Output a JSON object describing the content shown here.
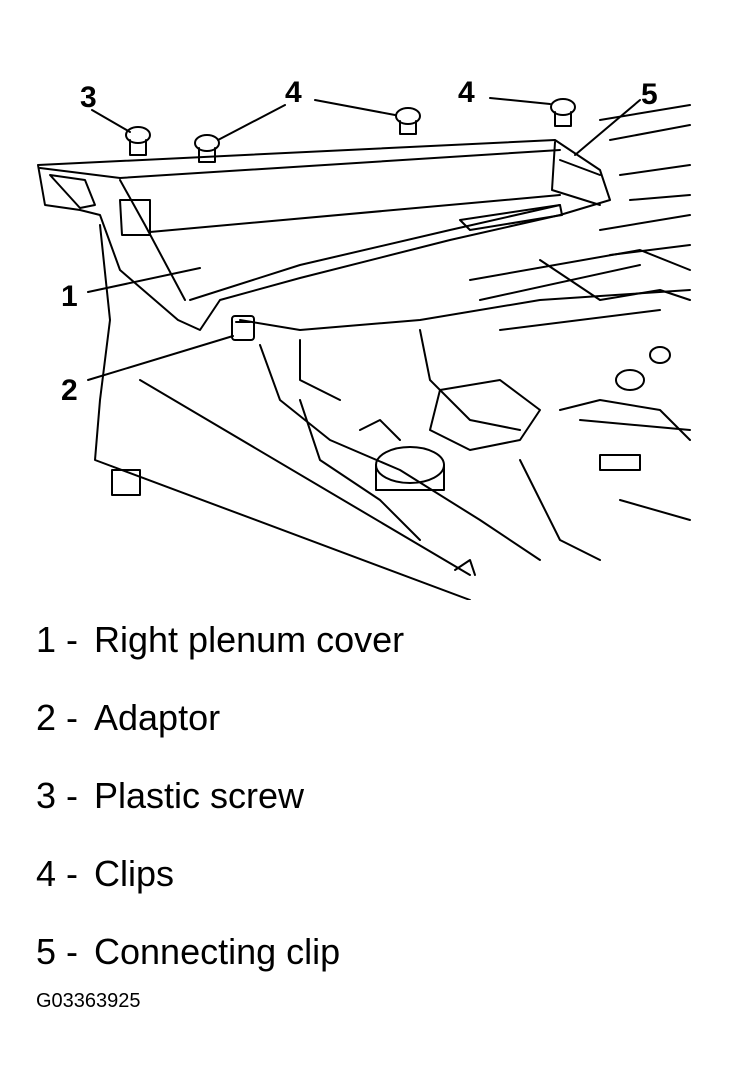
{
  "callouts": [
    "1",
    "2",
    "3",
    "4",
    "4",
    "5"
  ],
  "legend": [
    {
      "num": "1 -",
      "text": "Right plenum cover"
    },
    {
      "num": "2 -",
      "text": "Adaptor"
    },
    {
      "num": "3 -",
      "text": "Plastic screw"
    },
    {
      "num": "4 -",
      "text": "Clips"
    },
    {
      "num": "5 -",
      "text": "Connecting clip"
    }
  ],
  "figure_id": "G03363925"
}
